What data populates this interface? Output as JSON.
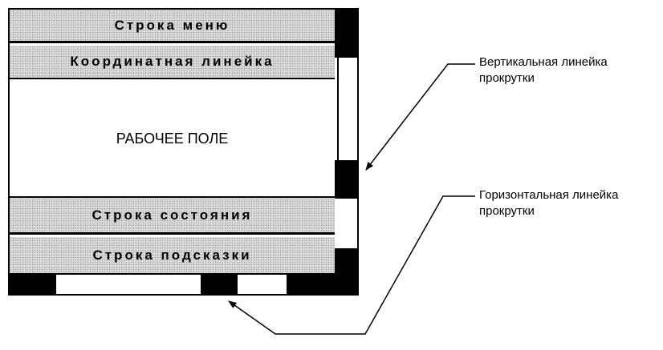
{
  "diagram": {
    "menu_bar": "Строка меню",
    "ruler": "Координатная линейка",
    "workspace": "РАБОЧЕЕ ПОЛЕ",
    "status_bar": "Строка состояния",
    "hint_bar": "Строка подсказки",
    "callouts": {
      "vertical_scroll": [
        "Вертикальная линейка",
        "прокрутки"
      ],
      "horizontal_scroll": [
        "Горизонтальная линейка",
        "прокрутки"
      ]
    }
  }
}
